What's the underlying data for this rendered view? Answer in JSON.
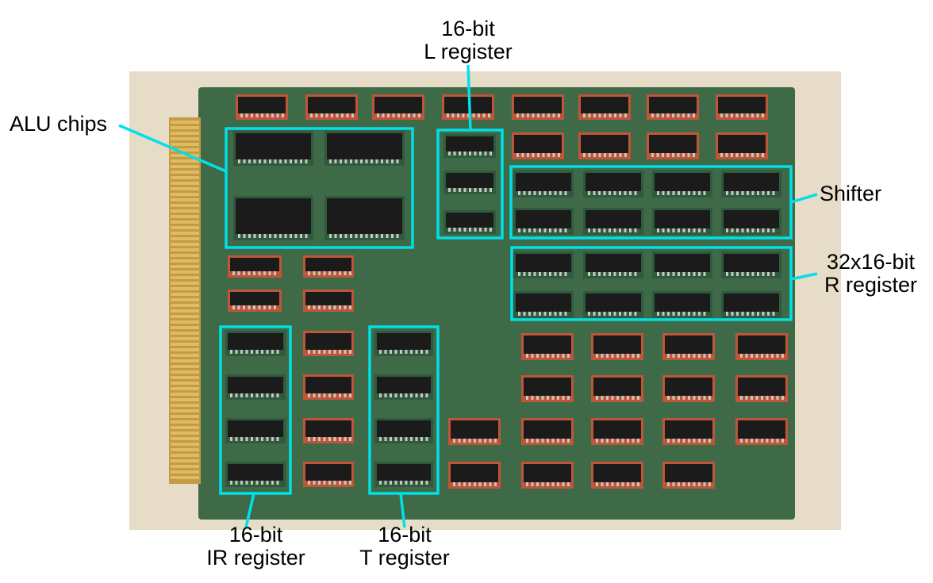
{
  "colors": {
    "annotation": "#00e0e8",
    "board": "#3f6b4a",
    "background": "#e8ddc6",
    "connector": "#c9a24a"
  },
  "labels": {
    "alu": "ALU chips",
    "l_register": {
      "line1": "16-bit",
      "line2": "L register"
    },
    "shifter": "Shifter",
    "r_register": {
      "line1": "32x16-bit",
      "line2": "R register"
    },
    "ir_register": {
      "line1": "16-bit",
      "line2": "IR register"
    },
    "t_register": {
      "line1": "16-bit",
      "line2": "T register"
    }
  }
}
